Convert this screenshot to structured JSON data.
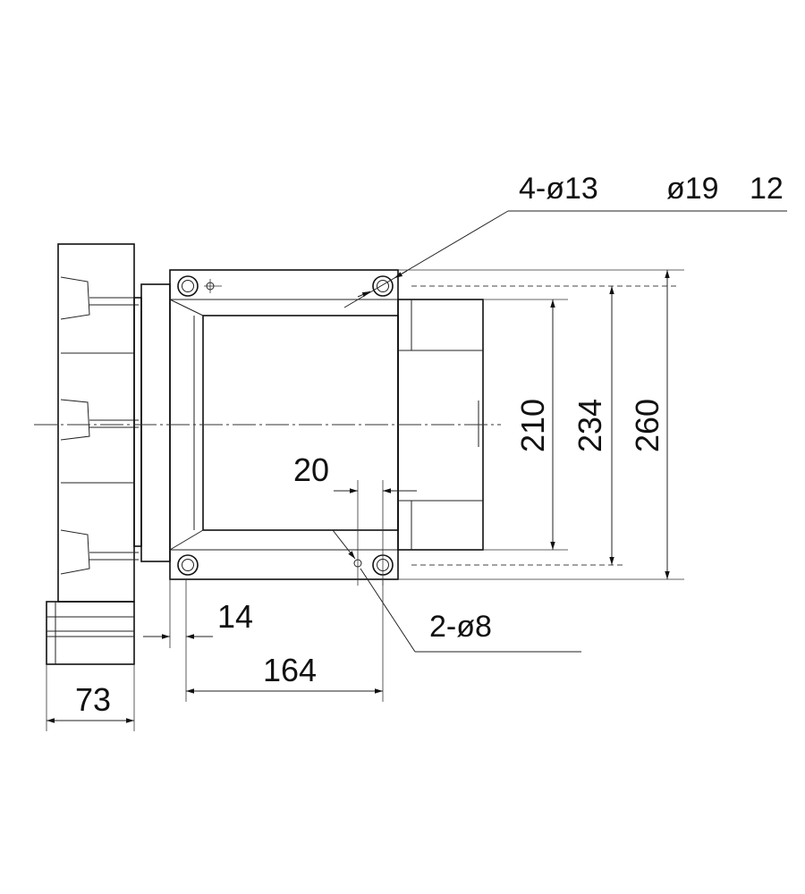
{
  "dimensions": {
    "holes_4": "4-ø13",
    "counterbore_dia": "ø19",
    "counterbore_depth": "12",
    "inner_height": "210",
    "hole_pitch": "234",
    "overall_height": "260",
    "pin_offset": "20",
    "flange_offset": "14",
    "hole_spacing_horizontal": "164",
    "pins_2": "2-ø8",
    "motor_length": "73"
  },
  "colors": {
    "line": "#111111",
    "background": "#ffffff"
  }
}
